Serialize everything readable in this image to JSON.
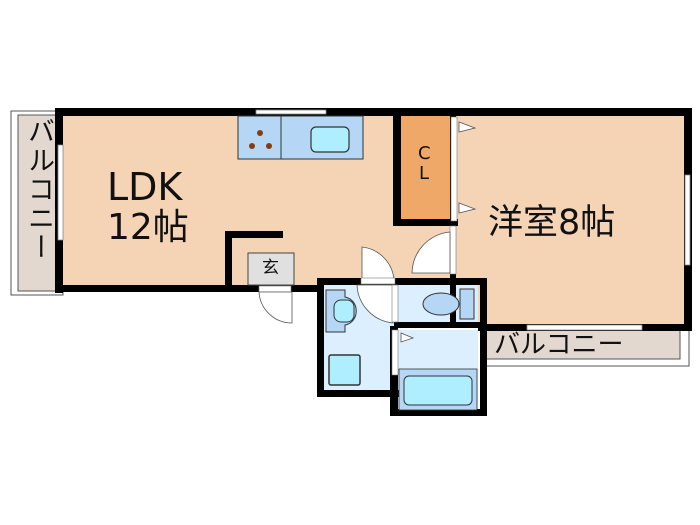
{
  "floorplan": {
    "rooms": {
      "ldk": {
        "name": "LDK",
        "size": "12帖"
      },
      "western_room": {
        "label": "洋室8帖"
      },
      "closet": {
        "line1": "C",
        "line2": "L"
      },
      "entrance": {
        "label": "玄"
      },
      "balcony_left": {
        "label": "バルコニー"
      },
      "balcony_right": {
        "label": "バルコニー"
      }
    },
    "colors": {
      "room_fill": "#f5d3b5",
      "closet_fill": "#f0a868",
      "wet_area_fill": "#dcefff",
      "fixture_fill": "#b5d7f5",
      "water_fill": "#aeeeff",
      "balcony_fill": "#e3d8cf",
      "entrance_fill": "#e0e0e0",
      "wall": "#000000",
      "burner": "#8b3a0f"
    }
  }
}
